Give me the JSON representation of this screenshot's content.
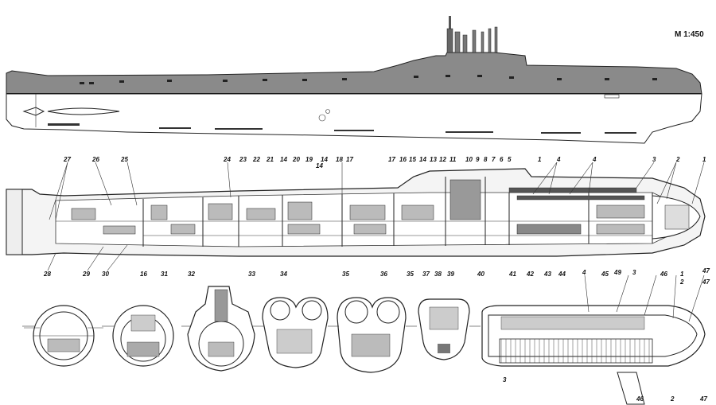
{
  "scale_label": "M 1:450",
  "section_labels": {
    "top_right_cluster": [
      "1",
      "2",
      "3",
      "4",
      "4",
      "1",
      "5",
      "6",
      "7",
      "8",
      "9",
      "10"
    ],
    "top_mid": [
      "11",
      "12",
      "13",
      "14",
      "15",
      "16",
      "17",
      "17",
      "18",
      "14",
      "14",
      "19",
      "20",
      "14",
      "21",
      "22",
      "23",
      "24",
      "25",
      "26",
      "27"
    ],
    "bottom_row": [
      "28",
      "29",
      "30",
      "16",
      "31",
      "32",
      "33",
      "34",
      "35",
      "36",
      "35",
      "37",
      "38",
      "39",
      "40",
      "41",
      "42",
      "43",
      "44",
      "45",
      "46",
      "1",
      "47"
    ],
    "bow_detail": [
      "4",
      "49",
      "3",
      "2",
      "47",
      "3",
      "46",
      "2",
      "47"
    ]
  },
  "colors": {
    "hull_shade": "#8a8a8a",
    "line": "#222222",
    "paper": "#ffffff"
  }
}
